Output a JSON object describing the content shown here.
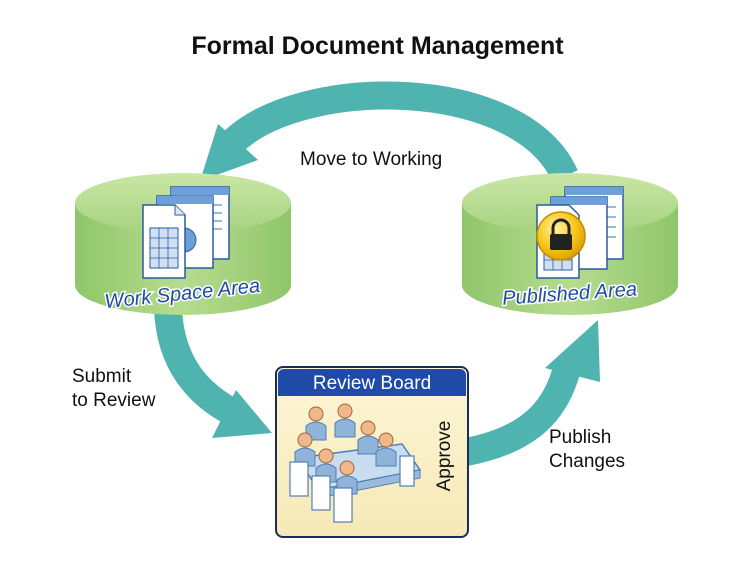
{
  "title": "Formal Document Management",
  "flows": {
    "move_to_working": "Move to Working",
    "submit_line1": "Submit",
    "submit_line2": "to Review",
    "approve": "Approve",
    "publish_line1": "Publish",
    "publish_line2": "Changes"
  },
  "nodes": {
    "workspace": "Work Space Area",
    "published": "Published Area",
    "review_board": "Review Board"
  },
  "icons": [
    "document-stack-icon",
    "lock-icon",
    "meeting-group-icon"
  ],
  "colors": {
    "arrow": "#4fb3b0",
    "cylinder": "#a7d27f",
    "review_header": "#1f4aa8",
    "review_body": "#fbf3d0"
  }
}
